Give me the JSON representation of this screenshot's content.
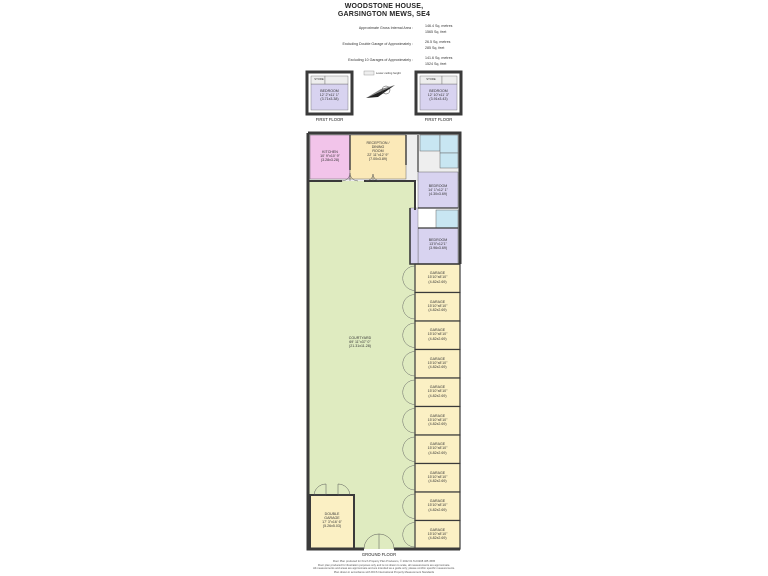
{
  "header": {
    "title_line1": "WOODSTONE HOUSE,",
    "title_line2": "GARSINGTON MEWS, SE4"
  },
  "areas": [
    {
      "label": "Approximate Gross Internal Area :",
      "value1": "146.4 Sq. metres",
      "value2": "1565 Sq. feet"
    },
    {
      "label": "Excluding Double Garage of Approximately :",
      "value1": "26.5 Sq. metres",
      "value2": "285 Sq. feet"
    },
    {
      "label": "Excluding 10 Garages of Approximately :",
      "value1": "141.6 Sq. metres",
      "value2": "1524 Sq. feet"
    }
  ],
  "legend": {
    "reduced_headroom": "Lower ceiling height"
  },
  "first_floor_left": {
    "store": "STORE",
    "bedroom": "BEDROOM",
    "dims_imperial": "12' 2\"x11' 1\"",
    "dims_metric": "(3.71x3.38)",
    "caption": "FIRST FLOOR"
  },
  "first_floor_right": {
    "store": "STORE",
    "bedroom": "BEDROOM",
    "dims_imperial": "12' 10\"x11' 3\"",
    "dims_metric": "(3.91x3.43)",
    "caption": "FIRST FLOOR"
  },
  "ground_floor": {
    "kitchen": {
      "name": "KITCHEN",
      "dims": "10' 9\"x10' 9\"",
      "metric": "(3.28x3.28)"
    },
    "reception": {
      "name_1": "RECEPTION /",
      "name_2": "DINING",
      "name_3": "ROOM",
      "dims": "22' 11\"x12' 9\"",
      "metric": "(7.00x3.89)"
    },
    "bedroom_upper": {
      "name": "BEDROOM",
      "dims": "14' 1\"x12' 1\"",
      "metric": "(4.30x3.69)"
    },
    "bedroom_lower": {
      "name": "BEDROOM",
      "dims": "13'0\"x12'1\"",
      "metric": "(3.96x3.69)"
    },
    "courtyard": {
      "name": "COURTYARD",
      "dims": "69' 11\"x37' 0\"",
      "metric": "(21.31x11.28)"
    },
    "double_garage": {
      "name_1": "DOUBLE",
      "name_2": "GARAGE",
      "dims": "17' 3\"x16' 6\"",
      "metric": "(5.26x5.03)"
    },
    "garages": [
      {
        "name": "GARAGE",
        "dims": "15'10\"x8'10\"",
        "metric": "(4.82x2.69)"
      },
      {
        "name": "GARAGE",
        "dims": "15'10\"x8'10\"",
        "metric": "(4.82x2.69)"
      },
      {
        "name": "GARAGE",
        "dims": "15'10\"x8'10\"",
        "metric": "(4.82x2.69)"
      },
      {
        "name": "GARAGE",
        "dims": "15'10\"x8'10\"",
        "metric": "(4.82x2.69)"
      },
      {
        "name": "GARAGE",
        "dims": "15'10\"x8'10\"",
        "metric": "(4.82x2.69)"
      },
      {
        "name": "GARAGE",
        "dims": "15'10\"x8'10\"",
        "metric": "(4.82x2.69)"
      },
      {
        "name": "GARAGE",
        "dims": "15'10\"x8'10\"",
        "metric": "(4.82x2.69)"
      },
      {
        "name": "GARAGE",
        "dims": "15'10\"x8'10\"",
        "metric": "(4.82x2.69)"
      },
      {
        "name": "GARAGE",
        "dims": "15'10\"x8'10\"",
        "metric": "(4.82x2.69)"
      },
      {
        "name": "GARAGE",
        "dims": "15'10\"x8'10\"",
        "metric": "(4.82x2.69)"
      }
    ],
    "caption": "GROUND FLOOR"
  },
  "footer": {
    "line1": "Floor Plan produced for Kinch Property Plan Producers, © 2022 01 Tel:0208 465 4595",
    "line2": "Floor plan produced for illustration purposes only and is not drawn to scale, all measurements are approximate.",
    "line3": "All measurements and areas are approximate and are intended as a guide only; please confirm specific measurements.",
    "line4": "Plan drawn in accordance with RICS International Property Measurement Standards"
  },
  "colors": {
    "kitchen": "#f2c4ea",
    "reception": "#fbe9b8",
    "bedroom": "#d8d3f0",
    "courtyard": "#dfebc0",
    "garage": "#fbf0c4",
    "bathroom": "#c8e6f2",
    "hall": "#eeeeee",
    "wall": "#3a3a3a"
  }
}
